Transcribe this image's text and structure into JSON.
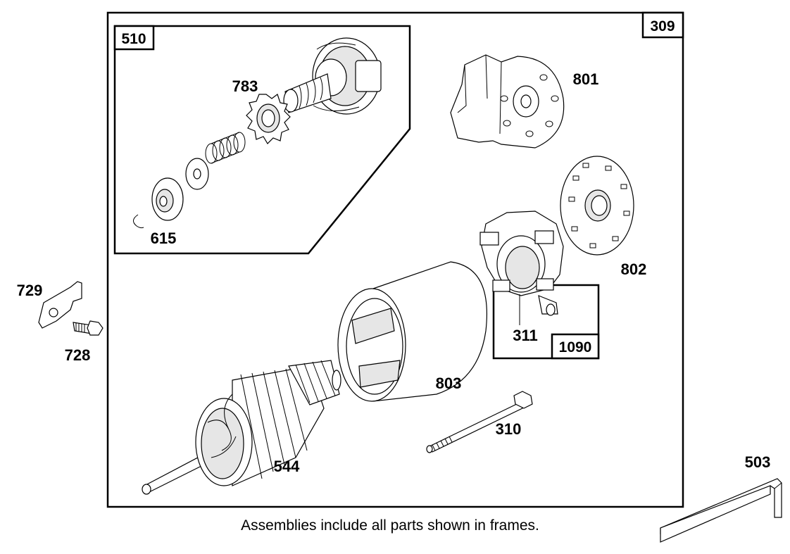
{
  "frames": {
    "main": "309",
    "drive": "510",
    "brush": "1090"
  },
  "parts": {
    "p783": "783",
    "p615": "615",
    "p801": "801",
    "p802": "802",
    "p311": "311",
    "p803": "803",
    "p310": "310",
    "p544": "544",
    "p729": "729",
    "p728": "728",
    "p503": "503"
  },
  "caption": "Assemblies include all parts shown in frames."
}
